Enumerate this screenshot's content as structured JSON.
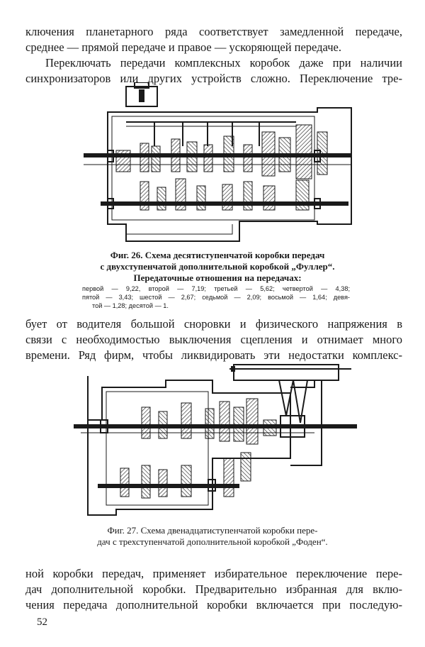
{
  "page": {
    "para1_lines": [
      "ключения планетарного ряда соответствует замедленной передаче,",
      "среднее — прямой передаче и правое — ускоряющей передаче."
    ],
    "para2_lines": [
      "Переключать передачи комплексных коробок даже при наличии",
      "синхронизаторов или других устройств сложно. Переключение тре-"
    ],
    "fig26": {
      "caption_lines": [
        "Фиг. 26. Схема десятиступенчатой коробки передач",
        "с двухступенчатой дополнительной коробкой „Фуллер“.",
        "Передаточные отношения на передачах:"
      ],
      "ratio_lines": [
        "первой — 9,22,   второй — 7,19;   третьей — 5,62;   четвертой — 4,38;",
        "пятой — 3,43;  шестой — 2,67;  седьмой — 2,09; восьмой — 1,64;  девя-",
        "той — 1,28; десятой — 1."
      ]
    },
    "para3_lines": [
      "бует от водителя большой сноровки и физического  напряжения в",
      "связи с необходимостью выключения сцепления и отнимает  много",
      "времени. Ряд фирм, чтобы ликвидировать эти недостатки комплекс-"
    ],
    "fig27": {
      "caption_lines": [
        "Фиг. 27. Схема двенадцатиступенчатой коробки пере-",
        "дач с трехступенчатой дополнительной коробкой „Фоден“."
      ]
    },
    "para4_lines": [
      "ной коробки передач, применяет избирательное переключение пере-",
      "дач дополнительной коробки. Предварительно избранная для вклю-",
      "чения передача дополнительной коробки включается при последую-"
    ],
    "page_number": "52"
  }
}
